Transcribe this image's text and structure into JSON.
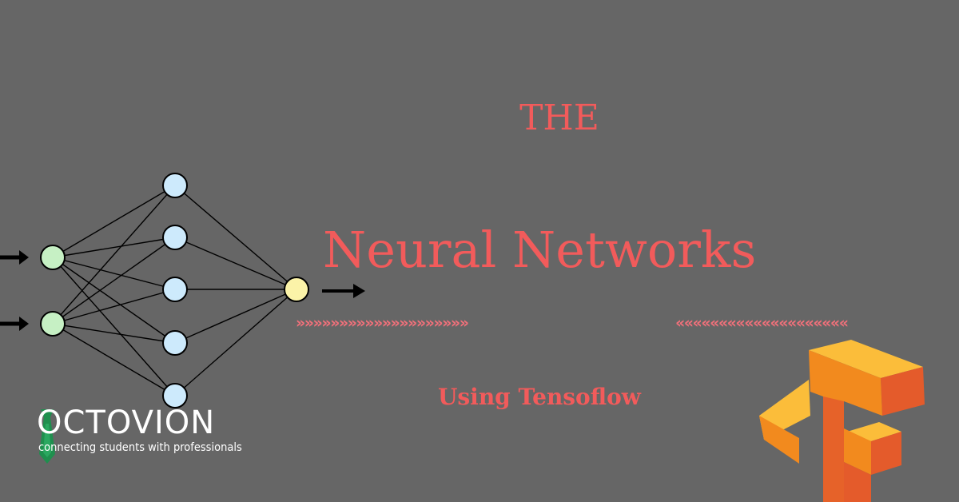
{
  "title": {
    "pre": "THE",
    "main": "Neural Networks",
    "subtitle": "Using Tensoflow"
  },
  "decor": {
    "chevrons_right": "»»»»»»»»»»»»»»»»»»»»",
    "chevrons_left": "««««««««««««««««««««"
  },
  "brand": {
    "name": "OCTOVION",
    "tagline": "connecting students with professionals"
  },
  "colors": {
    "background": "#666666",
    "accent": "#f25b5b",
    "input_node": "#c6f0c4",
    "hidden_node": "#cdeafc",
    "output_node": "#fbf3a8",
    "logo_orange": "#f28a1e",
    "logo_yellow": "#fbbd3a",
    "logo_dark": "#e45b2b"
  }
}
